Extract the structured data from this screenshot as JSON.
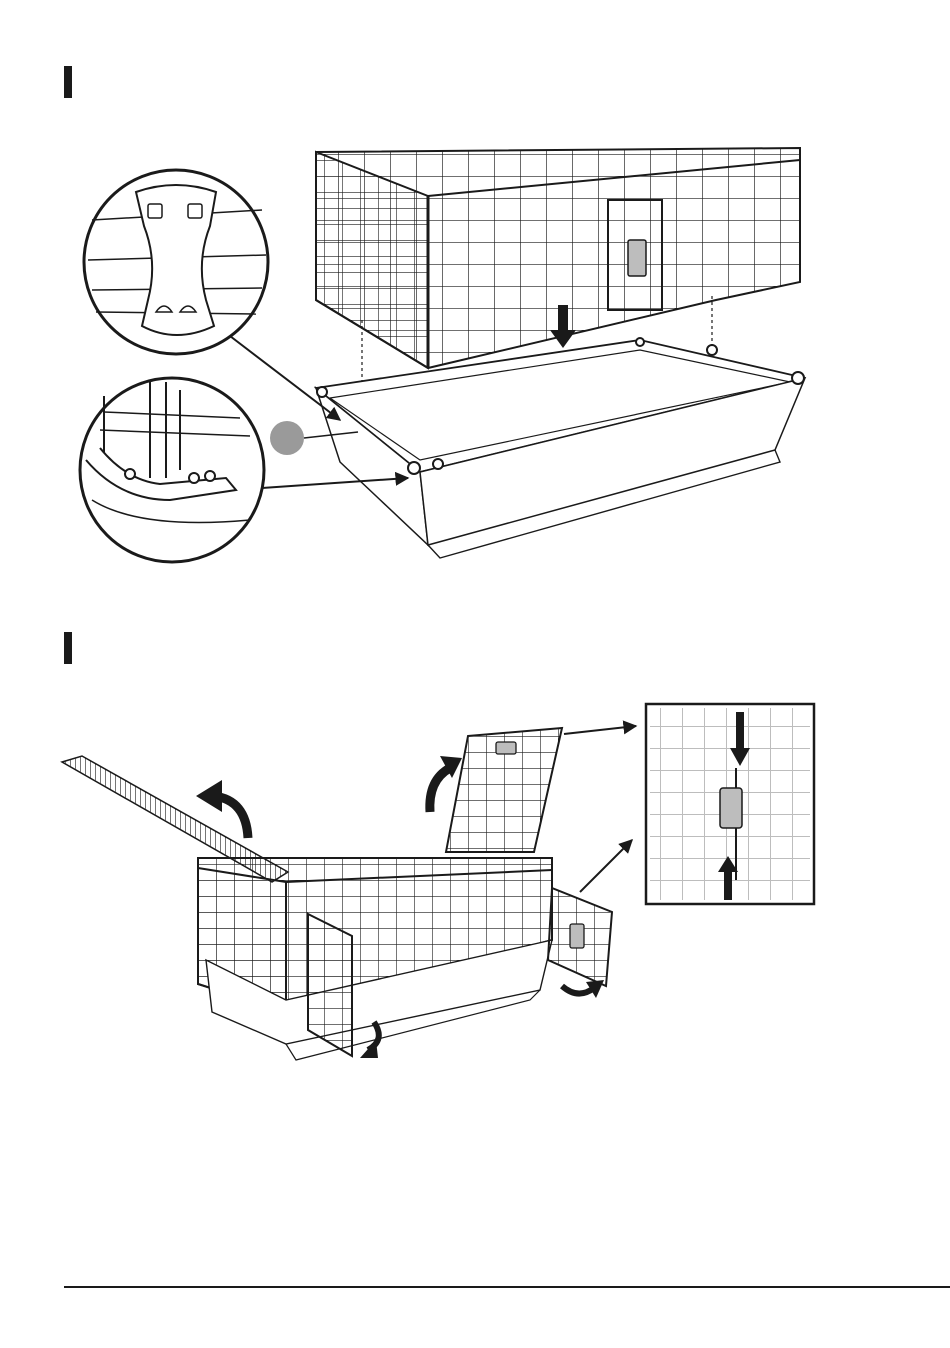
{
  "page": {
    "background": "#ffffff",
    "ink": "#1a1a1a",
    "marker_gray": "#9a9a9a",
    "light_gray": "#bdbdbd"
  },
  "steps": [
    {
      "marker": "section-bar",
      "illustration": "cage-top-lowered-onto-base"
    },
    {
      "marker": "section-bar",
      "illustration": "cage-doors-opened-and-latch-detail"
    }
  ],
  "icons": [
    "down-arrow-icon",
    "curved-arrow-icon",
    "pointer-arrow-icon",
    "clip-callout-icon",
    "latch-callout-icon"
  ]
}
